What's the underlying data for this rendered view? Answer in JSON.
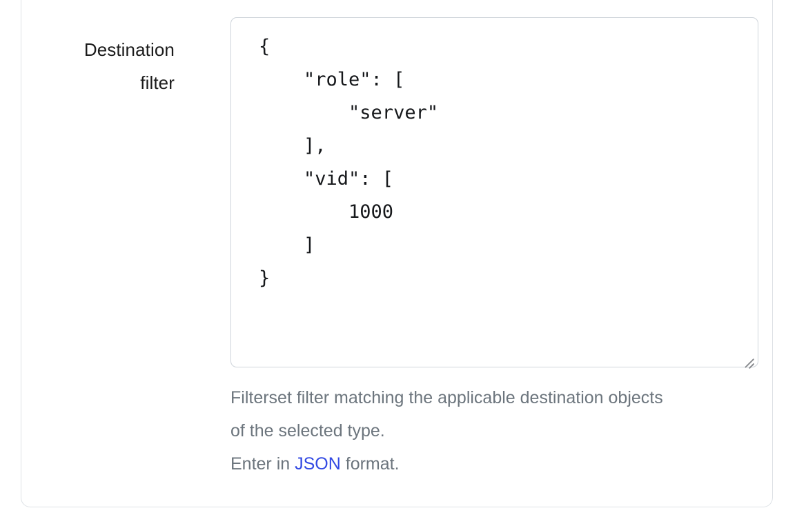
{
  "form": {
    "field": {
      "label_line1": "Destination",
      "label_line2": "filter",
      "textarea_value": "{\n    \"role\": [\n        \"server\"\n    ],\n    \"vid\": [\n        1000\n    ]\n}",
      "textarea_placeholder": "",
      "help_line1": "Filterset filter matching the applicable destination objects",
      "help_line2": "of the selected type.",
      "help_line3_prefix": "Enter in ",
      "help_link_label": "JSON",
      "help_line3_suffix": " format.",
      "resize_handle": "resize-grip-icon"
    }
  },
  "json_value": {
    "role": [
      "server"
    ],
    "vid": [
      1000
    ]
  },
  "colors": {
    "label_text": "#1b1b1b",
    "help_text": "#6c757d",
    "link": "#3249e3",
    "input_border": "#ced4da",
    "card_border": "#dee2e6",
    "code_text": "#16181b",
    "background": "#ffffff"
  }
}
